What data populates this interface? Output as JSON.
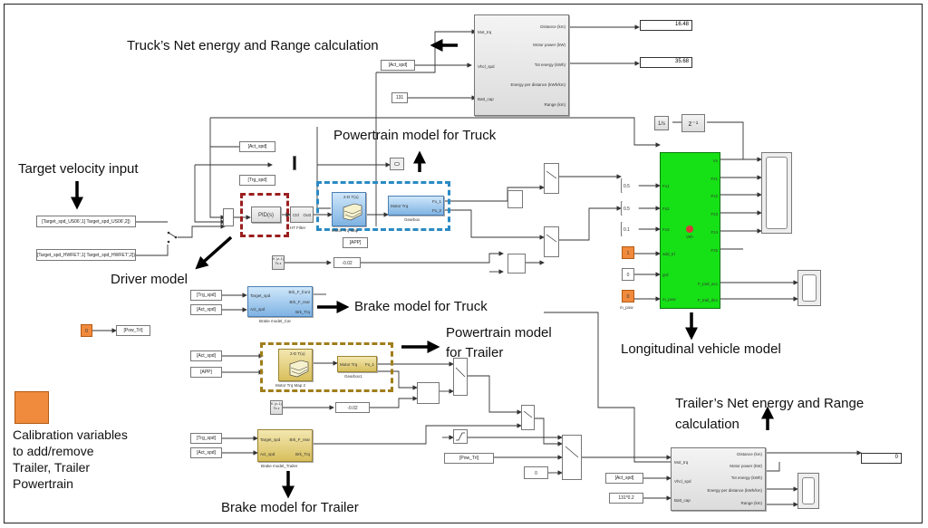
{
  "annotations": {
    "truck_energy": "Truck’s Net energy and Range calculation",
    "powertrain_truck": "Powertrain model for Truck",
    "target_velocity": "Target velocity input",
    "driver_model": "Driver model",
    "brake_truck": "Brake model for Truck",
    "powertrain_trailer_1": "Powertrain model",
    "powertrain_trailer_2": "for Trailer",
    "longitudinal": "Longitudinal vehicle model",
    "trailer_energy_1": "Trailer’s Net energy and Range",
    "trailer_energy_2": "calculation",
    "calibration_1": "Calibration variables",
    "calibration_2": "to add/remove",
    "calibration_3": "Trailer, Trailer",
    "calibration_4": "Powertrain",
    "brake_trailer": "Brake model for Trailer"
  },
  "energy_truck": {
    "in_ports": [
      "Mot_trq",
      "Vhcl_spd",
      "Batt_cap"
    ],
    "out_ports": [
      "Distance (km)",
      "Motor power (kW)",
      "Tot energy (kWh)",
      "Energy per distance (kWh/km)",
      "Range (km)"
    ],
    "display_distance": "16.48",
    "display_energy": "35.68",
    "const_batt": "131"
  },
  "energy_trailer": {
    "in_ports": [
      "Mot_trq",
      "Vhcl_spd",
      "Batt_cap"
    ],
    "out_ports": [
      "Distance (km)",
      "Motor power (kW)",
      "Tot energy (kWh)",
      "Energy per distance (kWh/km)",
      "Range (km)"
    ],
    "display_value": "0",
    "const_batt": "131*0.2"
  },
  "tags": {
    "act_spd": "[Act_spd]",
    "trg_spd": "[Trg_spd]",
    "app": "[APP]",
    "pow_trl": "[Pow_Trl]"
  },
  "signals": {
    "target_us06": "[Target_spd_US06',1] Target_spd_US06',2])",
    "target_hwfet": "[Target_spd_HWFET',1] Target_spd_HWFET',2])"
  },
  "blocks": {
    "pid": "PID(s)",
    "filter_in": "Ctrl",
    "filter_out": "Outt",
    "filter_caption": "HT Filter",
    "map_title": "2-D T(u)",
    "map_caption": "Motor Trq Map",
    "map2_caption": "Motor Trq Map 2",
    "gearbox_in": "Motor Trq",
    "gearbox_out1": "Fx_1",
    "gearbox_out2": "Fx_2",
    "gearbox_caption": "Gearbox",
    "gearbox1_caption": "Gearbox1",
    "tf": "K (z-1)",
    "tf_den": "Ts z",
    "gain_neg": "-0.02",
    "brake_car_caption": "Brake model_Car",
    "brake_trailer_caption": "Brake model_Trailer",
    "brake_in1": "Target_spd",
    "brake_in2": "Act_spd",
    "brake_out1": "Brk_F_front",
    "brake_out2": "Brk_F_rear",
    "brake_out3": "Brk_Trq",
    "gain1": "0.5",
    "gain2": "0.5",
    "gain3": "0.1",
    "delay": "z⁻¹",
    "integ": "1/s",
    "const_zero": "0",
    "const_one": "1",
    "m_pow_caption": "m_pow",
    "long_caption": "Veh",
    "long_in": [
      "Fx1",
      "Fx2",
      "Fx3",
      "add_trl",
      "grd",
      "m_pow"
    ],
    "long_out": [
      "Vx",
      "Fz1",
      "Fz2",
      "Fz3",
      "Fz4",
      "Fz5",
      "F_trail_acc",
      "F_trail_rlim"
    ]
  },
  "colors": {
    "orange": "#f08a3c",
    "green": "#16e016",
    "red_dash": "#9b1f1f",
    "blue_dash": "#2a8ac4",
    "gold_dash": "#a07e1a"
  }
}
